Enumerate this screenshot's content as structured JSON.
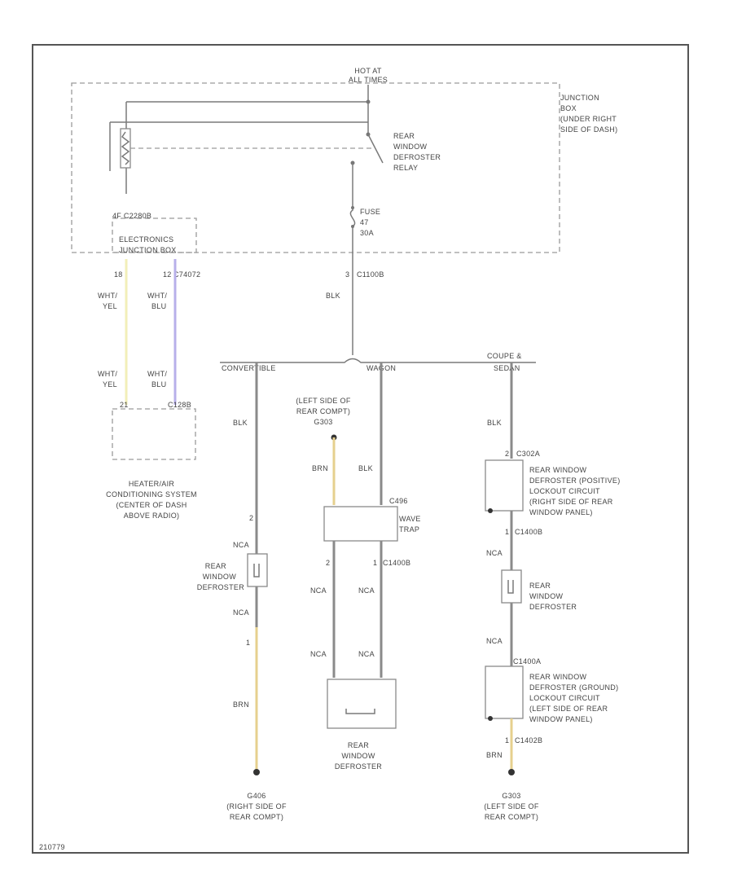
{
  "colors": {
    "blk": "#8a8a8a",
    "wht_yel": "#f2efb8",
    "wht_blu": "#b8b0ea",
    "brn": "#e6d08e",
    "line": "#7a7a7a"
  },
  "top": {
    "hot_line1": "HOT AT",
    "hot_line2": "ALL TIMES"
  },
  "junction_box": [
    "JUNCTION",
    "BOX",
    "(UNDER RIGHT",
    "SIDE OF DASH)"
  ],
  "relay": [
    "REAR",
    "WINDOW",
    "DEFROSTER",
    "RELAY"
  ],
  "fuse": [
    "FUSE",
    "47",
    "30A"
  ],
  "gem": {
    "conn": "4F  C2280B",
    "name1": "ELECTRONICS",
    "name2": "JUNCTION BOX",
    "pin_a": "18",
    "pin_b": "12",
    "conn_b": "C74072",
    "wire_a1": "WHT/",
    "wire_a2": "YEL",
    "wire_b1": "WHT/",
    "wire_b2": "BLU"
  },
  "fuse_out": {
    "pin": "3",
    "conn": "C1100B",
    "wire": "BLK"
  },
  "branches": {
    "convertible": "CONVERTIBLE",
    "wagon": "WAGON",
    "coupe1": "COUPE &",
    "coupe2": "SEDAN"
  },
  "hvac": {
    "pin_a": "21",
    "conn": "C128B",
    "name": [
      "HEATER/AIR",
      "CONDITIONING SYSTEM",
      "(CENTER OF DASH",
      "ABOVE RADIO)"
    ]
  },
  "conv": {
    "wire_top": "BLK",
    "pin": "2",
    "nca1": "NCA",
    "label": [
      "REAR",
      "WINDOW",
      "DEFROSTER"
    ],
    "nca2": "NCA",
    "pin2": "1",
    "wire_bot": "BRN",
    "ground": [
      "G406",
      "(RIGHT SIDE OF",
      "REAR COMPT)"
    ]
  },
  "wagon": {
    "loc": [
      "(LEFT SIDE OF",
      "REAR COMPT)"
    ],
    "ground_ref": "G303",
    "wire_brn": "BRN",
    "wire_blk": "BLK",
    "conn": "C496",
    "trap_name": [
      "WAVE",
      "TRAP"
    ],
    "pin_l": "2",
    "pin_r": "1",
    "conn2": "C1400B",
    "nca_l1": "NCA",
    "nca_r1": "NCA",
    "nca_l2": "NCA",
    "nca_r2": "NCA",
    "defroster": [
      "REAR",
      "WINDOW",
      "DEFROSTER"
    ]
  },
  "coupe": {
    "wire_top": "BLK",
    "conn_top": "C302A",
    "pin_top": "2",
    "pos_lockout": [
      "REAR WINDOW",
      "DEFROSTER (POSITIVE)",
      "LOCKOUT CIRCUIT",
      "(RIGHT SIDE OF REAR",
      "WINDOW PANEL)"
    ],
    "conn_mid": "C1400B",
    "pin_mid": "1",
    "nca1": "NCA",
    "defroster": [
      "REAR",
      "WINDOW",
      "DEFROSTER"
    ],
    "nca2": "NCA",
    "conn_gnd": "C1400A",
    "gnd_lockout": [
      "REAR WINDOW",
      "DEFROSTER (GROUND)",
      "LOCKOUT CIRCUIT",
      "(LEFT SIDE OF REAR",
      "WINDOW PANEL)"
    ],
    "conn_bot": "C1402B",
    "pin_bot": "1",
    "wire_bot": "BRN",
    "ground": [
      "G303",
      "(LEFT SIDE OF",
      "REAR COMPT)"
    ]
  },
  "footer_code": "210779"
}
